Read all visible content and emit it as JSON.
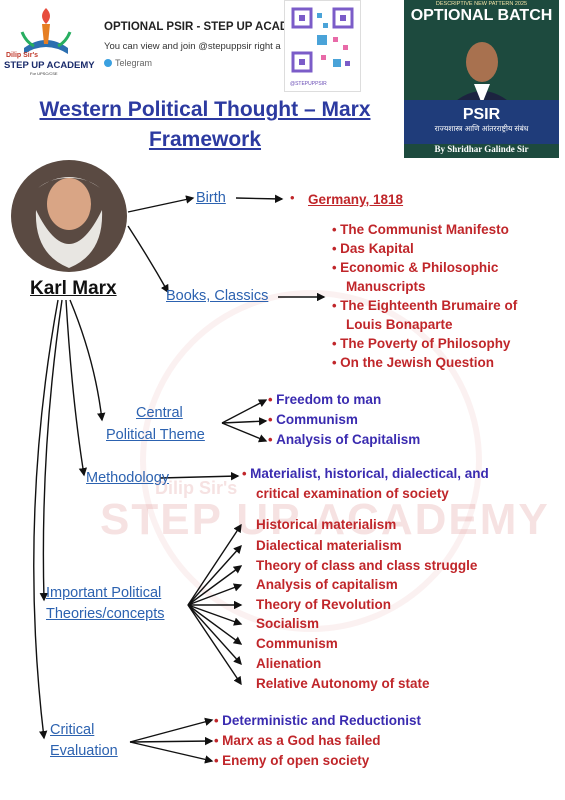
{
  "header": {
    "logo_line1": "Dilip Sir's",
    "logo_line2": "STEP UP ACADEMY",
    "logo_line3": "For UPSC/CSE",
    "telegram_title": "OPTIONAL PSIR - STEP UP ACADE",
    "telegram_desc": "You can view and join @stepuppsir right a",
    "telegram_link": "Telegram",
    "qr_label": "@STEPUPPSIR"
  },
  "banner": {
    "subtitle": "DESCRIPTIVE NEW PATTERN 2025",
    "title": "OPTIONAL BATCH",
    "psir": "PSIR",
    "hindi": "राज्यशास्त्र आणि आंतरराष्ट्रीय संबंध",
    "by": "By Shridhar Galinde Sir"
  },
  "page_title": "Western Political Thought – Marx Framework",
  "marx_label": "Karl Marx",
  "birth": {
    "label": "Birth",
    "value": "Germany, 1818"
  },
  "books": {
    "label": "Books, Classics",
    "items": [
      "The Communist Manifesto",
      "Das Kapital",
      "Economic & Philosophic",
      "Manuscripts",
      "The Eighteenth Brumaire of",
      "Louis Bonaparte",
      "The Poverty of Philosophy",
      "On the Jewish Question"
    ]
  },
  "theme": {
    "label_line1": "Central",
    "label_line2": "Political Theme",
    "items": [
      "Freedom to man",
      "Communism",
      "Analysis of Capitalism"
    ]
  },
  "methodology": {
    "label": "Methodology",
    "line1": "Materialist, historical, dialectical, and",
    "line2": "critical examination of society"
  },
  "theories": {
    "label_line1": "Important Political",
    "label_line2": "Theories/concepts",
    "items": [
      "Historical materialism",
      "Dialectical materialism",
      "Theory of class and class struggle",
      "Analysis of capitalism",
      "Theory of Revolution",
      "Socialism",
      "Communism",
      "Alienation",
      "Relative Autonomy of state"
    ]
  },
  "critical": {
    "label_line1": "Critical",
    "label_line2": "Evaluation",
    "items": [
      "Deterministic and Reductionist",
      "Marx as a God has failed",
      "Enemy of open society"
    ]
  },
  "watermark": {
    "line1": "Dilip Sir's",
    "line2": "STEP UP ACADEMY"
  },
  "colors": {
    "title": "#2c3aa0",
    "label": "#2c62b0",
    "red": "#c0262a",
    "blue": "#3a2bb0",
    "banner": "#1d4a3e"
  }
}
